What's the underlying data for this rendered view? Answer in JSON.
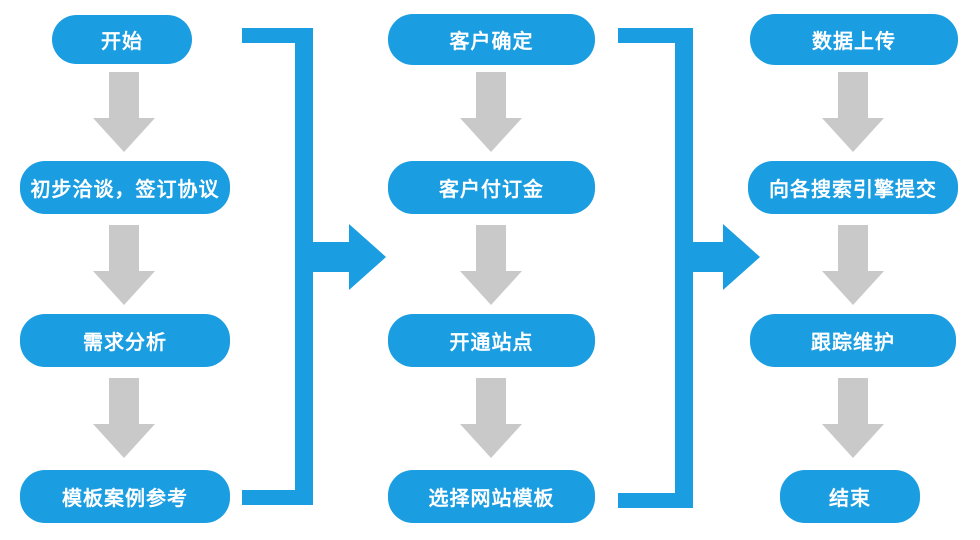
{
  "colors": {
    "node_blue": "#1A9DE1",
    "arrow_gray": "#C9C9C9",
    "background": "#FFFFFF",
    "text_color": "#FFFFFF"
  },
  "flowchart": {
    "columns": [
      {
        "nodes": [
          {
            "label": "开始"
          },
          {
            "label": "初步洽谈，签订协议"
          },
          {
            "label": "需求分析"
          },
          {
            "label": "模板案例参考"
          }
        ]
      },
      {
        "nodes": [
          {
            "label": "客户确定"
          },
          {
            "label": "客户付订金"
          },
          {
            "label": "开通站点"
          },
          {
            "label": "选择网站模板"
          }
        ]
      },
      {
        "nodes": [
          {
            "label": "数据上传"
          },
          {
            "label": "向各搜索引擎提交"
          },
          {
            "label": "跟踪维护"
          },
          {
            "label": "结束"
          }
        ]
      }
    ],
    "edges": [
      {
        "from": "开始",
        "to": "初步洽谈，签订协议",
        "type": "down-arrow"
      },
      {
        "from": "初步洽谈，签订协议",
        "to": "需求分析",
        "type": "down-arrow"
      },
      {
        "from": "需求分析",
        "to": "模板案例参考",
        "type": "down-arrow"
      },
      {
        "from": "模板案例参考",
        "to": "客户确定",
        "type": "bracket-right"
      },
      {
        "from": "客户确定",
        "to": "客户付订金",
        "type": "down-arrow"
      },
      {
        "from": "客户付订金",
        "to": "开通站点",
        "type": "down-arrow"
      },
      {
        "from": "开通站点",
        "to": "选择网站模板",
        "type": "down-arrow"
      },
      {
        "from": "选择网站模板",
        "to": "数据上传",
        "type": "bracket-right"
      },
      {
        "from": "数据上传",
        "to": "向各搜索引擎提交",
        "type": "down-arrow"
      },
      {
        "from": "向各搜索引擎提交",
        "to": "跟踪维护",
        "type": "down-arrow"
      },
      {
        "from": "跟踪维护",
        "to": "结束",
        "type": "down-arrow"
      }
    ]
  }
}
